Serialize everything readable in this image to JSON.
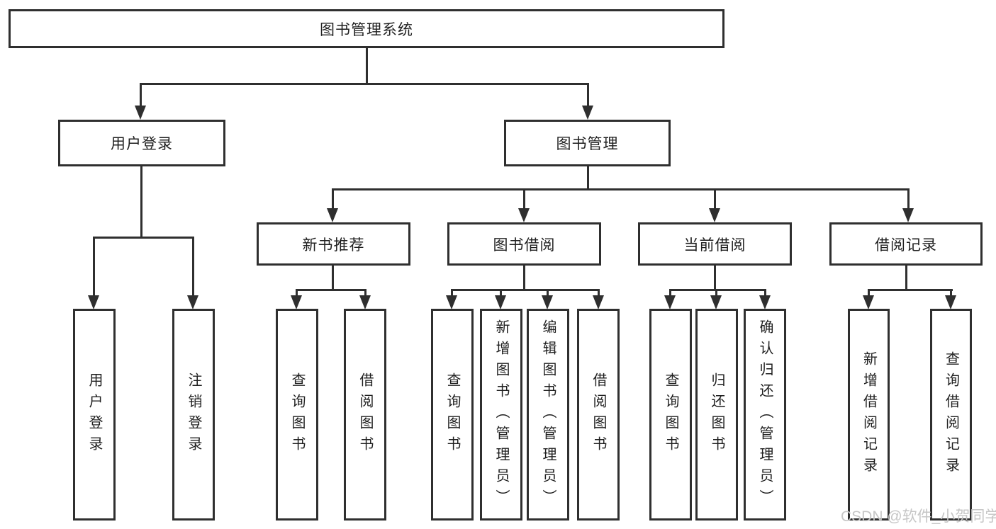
{
  "tree": {
    "label": "图书管理系统",
    "children": [
      {
        "label": "用户登录",
        "children": [
          {
            "label": "用户登录"
          },
          {
            "label": "注销登录"
          }
        ]
      },
      {
        "label": "图书管理",
        "children": [
          {
            "label": "新书推荐",
            "children": [
              {
                "label": "查询图书"
              },
              {
                "label": "借阅图书"
              }
            ]
          },
          {
            "label": "图书借阅",
            "children": [
              {
                "label": "查询图书"
              },
              {
                "label": "新增图书（管理员）"
              },
              {
                "label": "编辑图书（管理员）"
              },
              {
                "label": "借阅图书"
              }
            ]
          },
          {
            "label": "当前借阅",
            "children": [
              {
                "label": "查询图书"
              },
              {
                "label": "归还图书"
              },
              {
                "label": "确认归还（管理员）"
              }
            ]
          },
          {
            "label": "借阅记录",
            "children": [
              {
                "label": "新增借阅记录"
              },
              {
                "label": "查询借阅记录"
              }
            ]
          }
        ]
      }
    ]
  },
  "watermark": {
    "text": "CSDN @软件_小贺同学"
  },
  "colors": {
    "line": "#2f2f2f",
    "text": "#1f1f1f",
    "background": "#ffffff",
    "watermark": "#c6c6c6"
  }
}
